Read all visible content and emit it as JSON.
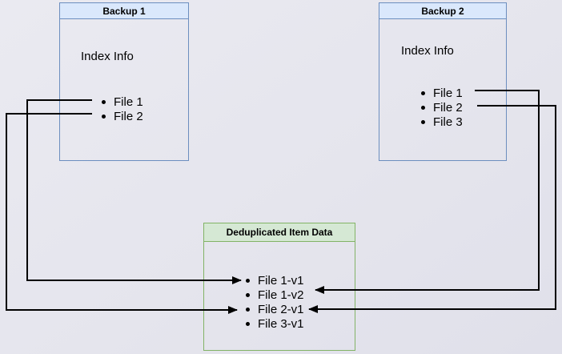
{
  "diagram": {
    "background_color": "#e5e5ed",
    "connector_color": "#000000",
    "blue_style": {
      "header_fill": "#dae8fc",
      "border": "#6c8ebf"
    },
    "green_style": {
      "header_fill": "#d5e8d4",
      "border": "#82b366"
    }
  },
  "backup1": {
    "title": "Backup 1",
    "subtitle": "Index Info",
    "files": [
      "File 1",
      "File 2"
    ]
  },
  "backup2": {
    "title": "Backup 2",
    "subtitle": "Index Info",
    "files": [
      "File 1",
      "File 2",
      "File 3"
    ]
  },
  "dedup": {
    "title": "Deduplicated Item Data",
    "items": [
      "File 1-v1",
      "File 1-v2",
      "File 2-v1",
      "File 3-v1"
    ]
  },
  "edges": [
    {
      "from": "Backup 1 / File 1",
      "to": "Deduplicated Item Data / File 1-v1",
      "side": "left"
    },
    {
      "from": "Backup 1 / File 2",
      "to": "Deduplicated Item Data / File 2-v1",
      "side": "left"
    },
    {
      "from": "Backup 2 / File 1",
      "to": "Deduplicated Item Data / File 1-v2",
      "side": "right"
    },
    {
      "from": "Backup 2 / File 2",
      "to": "Deduplicated Item Data / File 2-v1",
      "side": "right"
    }
  ]
}
